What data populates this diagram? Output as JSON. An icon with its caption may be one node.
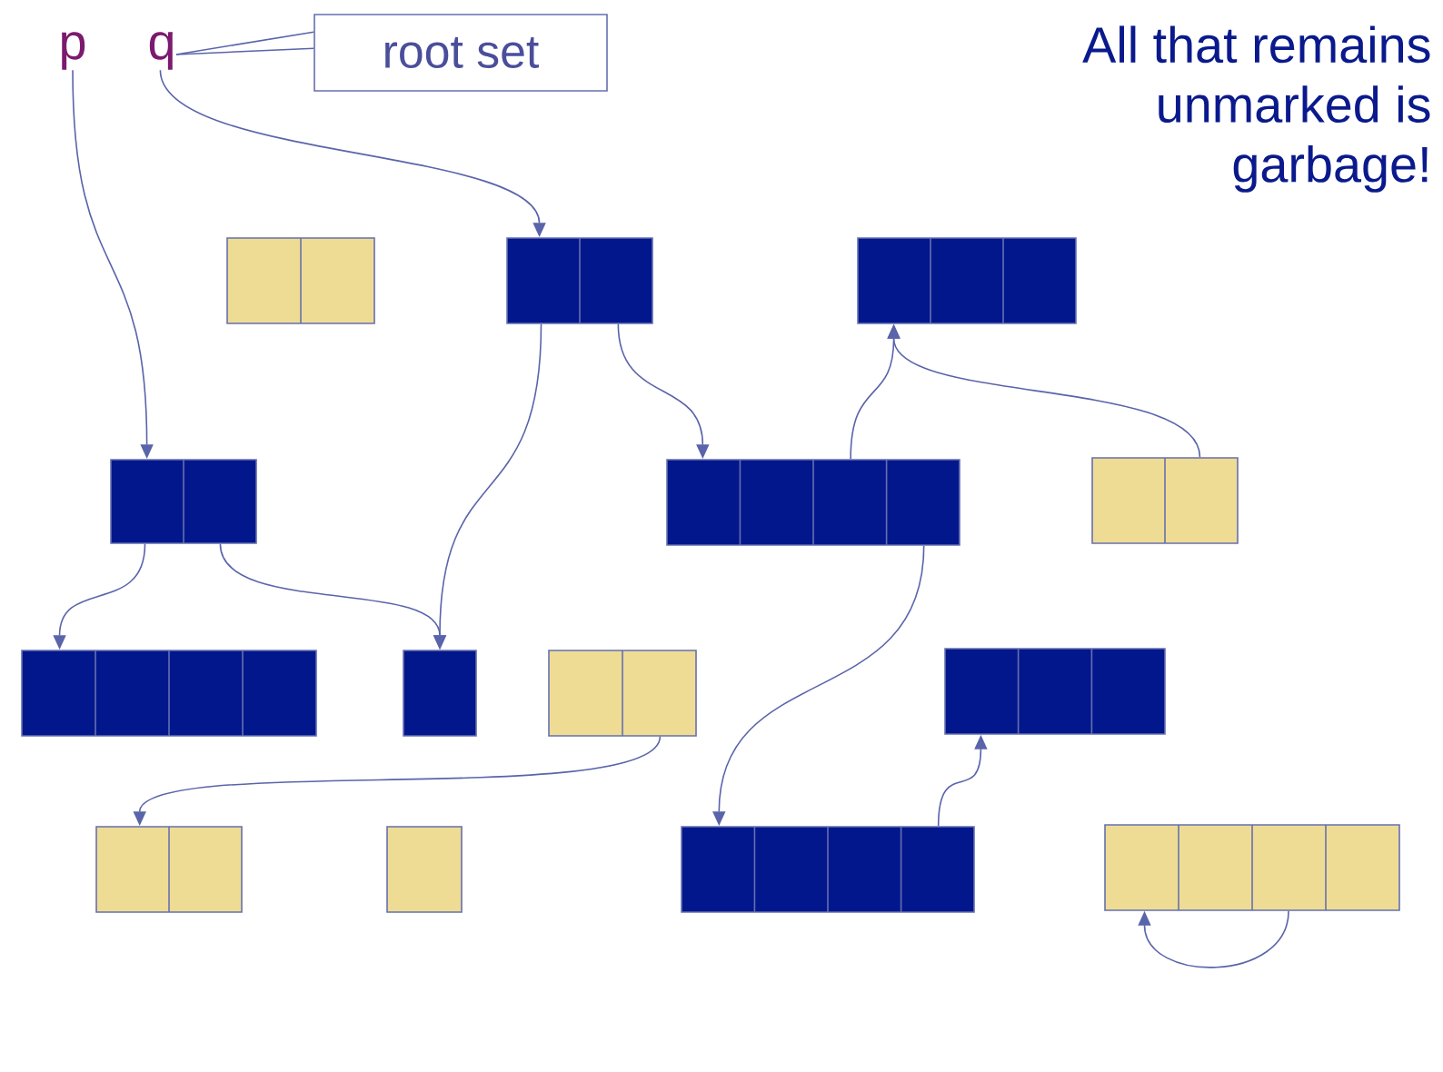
{
  "diagram": {
    "nodes": [
      {
        "text": [
          "p"
        ]
      },
      {
        "text": [
          "q"
        ]
      },
      {
        "text": [
          "root set"
        ]
      },
      {
        "text": [],
        "shape": "box"
      },
      {
        "text": [],
        "shape": "box"
      },
      {
        "text": [],
        "shape": "box"
      },
      {
        "text": [],
        "shape": "box"
      },
      {
        "text": [],
        "shape": "box"
      },
      {
        "text": [],
        "shape": "box"
      },
      {
        "text": [],
        "shape": "box"
      },
      {
        "text": [],
        "shape": "box"
      },
      {
        "text": [],
        "shape": "box"
      },
      {
        "text": [],
        "shape": "box"
      },
      {
        "text": [],
        "shape": "box"
      },
      {
        "text": [],
        "shape": "box"
      },
      {
        "text": [],
        "shape": "box"
      },
      {
        "text": [],
        "shape": "box"
      }
    ],
    "edges": [
      {
        "from": 2,
        "to": 1,
        "arrow": "none"
      },
      {
        "from": 0,
        "to": 6,
        "arrow": "to"
      },
      {
        "from": 1,
        "to": 4,
        "arrow": "to"
      },
      {
        "from": 4,
        "to": 10,
        "arrow": "to"
      },
      {
        "from": 4,
        "to": 7,
        "arrow": "to"
      },
      {
        "from": 7,
        "to": 5,
        "arrow": "to"
      },
      {
        "from": 8,
        "to": 5,
        "arrow": "to"
      },
      {
        "from": 6,
        "to": 9,
        "arrow": "to"
      },
      {
        "from": 6,
        "to": 10,
        "arrow": "to"
      },
      {
        "from": 7,
        "to": 15,
        "arrow": "to"
      },
      {
        "from": 15,
        "to": 12,
        "arrow": "to"
      },
      {
        "from": 11,
        "to": 13,
        "arrow": "to"
      },
      {
        "from": 16,
        "to": 16,
        "arrow": "to"
      }
    ],
    "labels": [
      "All that remains unmarked is garbage!"
    ]
  }
}
